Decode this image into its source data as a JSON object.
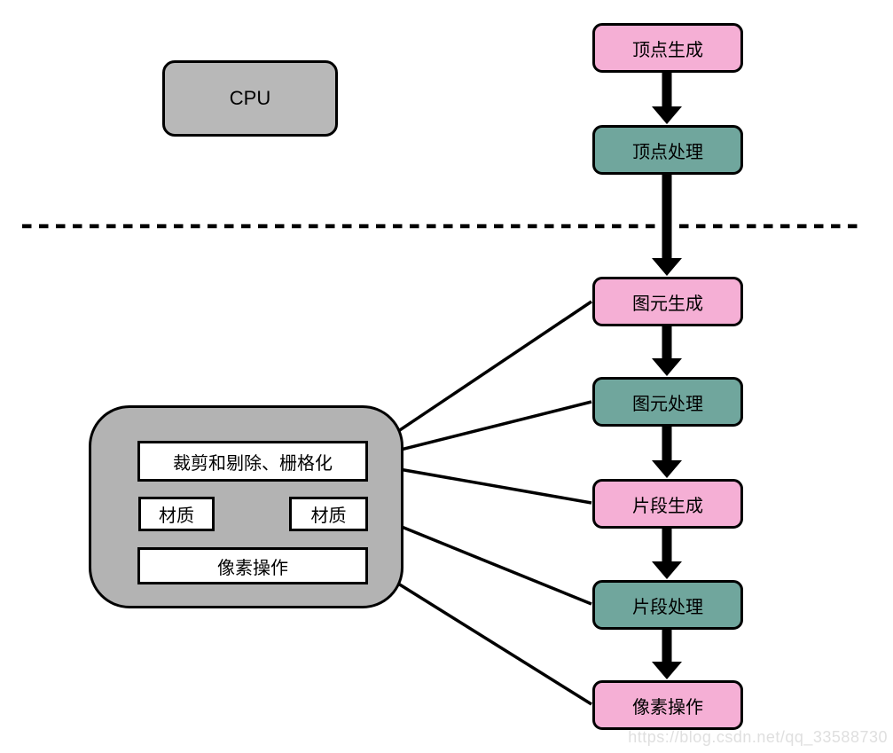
{
  "diagram": {
    "cpu": {
      "label": "CPU"
    },
    "gpu_pipeline_nodes": [
      {
        "id": "vertex-generation",
        "label": "顶点生成",
        "color": "#F5AFD5"
      },
      {
        "id": "vertex-processing",
        "label": "顶点处理",
        "color": "#70A69D"
      },
      {
        "id": "primitive-generation",
        "label": "图元生成",
        "color": "#F5AFD5"
      },
      {
        "id": "primitive-processing",
        "label": "图元处理",
        "color": "#70A69D"
      },
      {
        "id": "fragment-generation",
        "label": "片段生成",
        "color": "#F5AFD5"
      },
      {
        "id": "fragment-processing",
        "label": "片段处理",
        "color": "#70A69D"
      },
      {
        "id": "pixel-operations",
        "label": "像素操作",
        "color": "#F5AFD5"
      }
    ],
    "gpu_block": {
      "clip_cull_raster": "裁剪和剔除、栅格化",
      "texture_left": "材质",
      "texture_right": "材质",
      "pixel_operations": "像素操作"
    },
    "watermark": "https://blog.csdn.net/qq_33588730",
    "colors": {
      "node_pink": "#F5AFD5",
      "node_teal": "#70A69D",
      "cpu_gray": "#B8B8B8",
      "gpu_block_gray": "#B3B3B3",
      "inner_box_white": "#FFFFFF",
      "line_black": "#000000",
      "watermark_gray": "#DFDFDF"
    }
  }
}
